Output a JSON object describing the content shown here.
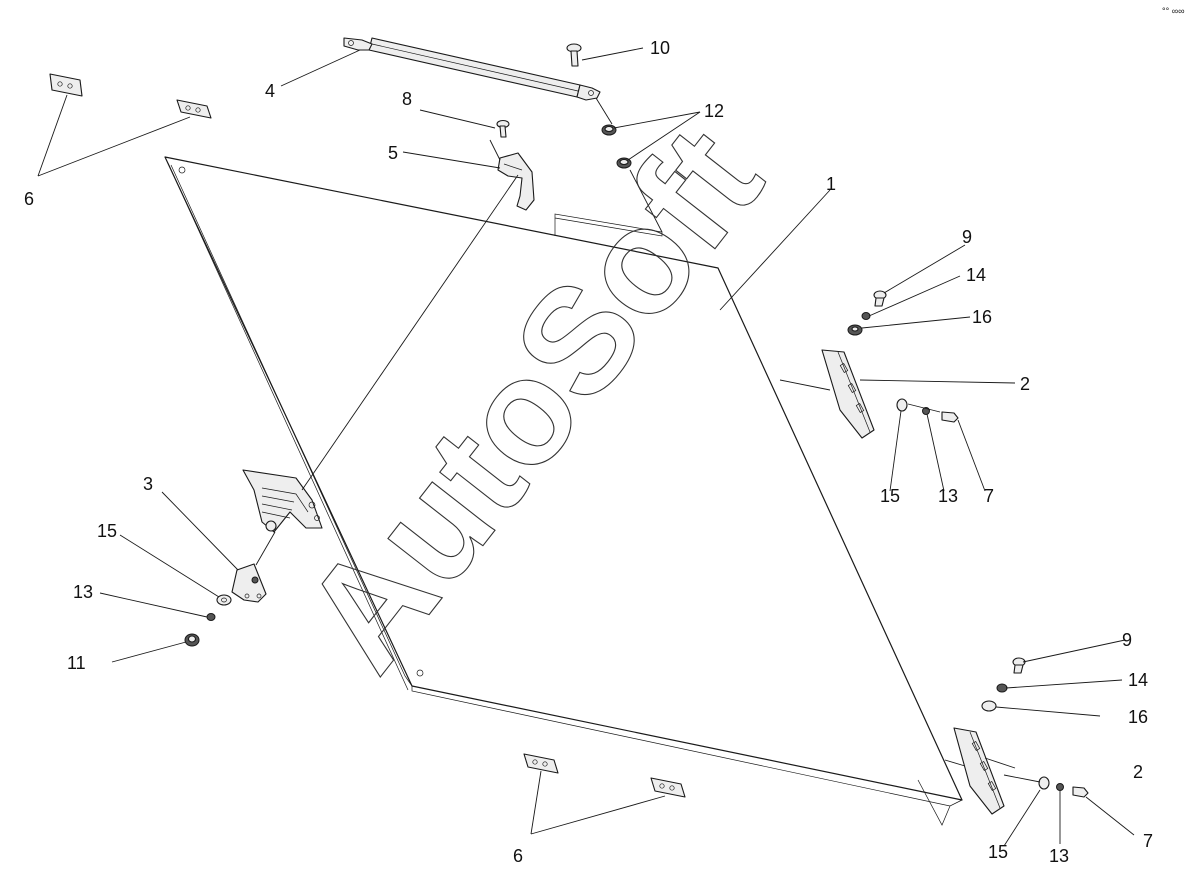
{
  "diagram": {
    "watermark": "AutoSoft",
    "corner_mark": "°° ∞∞",
    "callouts": {
      "c1": "1",
      "c2_upper": "2",
      "c2_lower": "2",
      "c3": "3",
      "c4": "4",
      "c5": "5",
      "c6_top": "6",
      "c6_bottom": "6",
      "c7_upper": "7",
      "c7_lower": "7",
      "c8": "8",
      "c9_upper": "9",
      "c9_lower": "9",
      "c10": "10",
      "c11": "11",
      "c12": "12",
      "c13_left": "13",
      "c13_upper": "13",
      "c13_lower": "13",
      "c14_upper": "14",
      "c14_lower": "14",
      "c15_left": "15",
      "c15_upper": "15",
      "c15_lower": "15",
      "c16_upper": "16",
      "c16_lower": "16"
    }
  }
}
